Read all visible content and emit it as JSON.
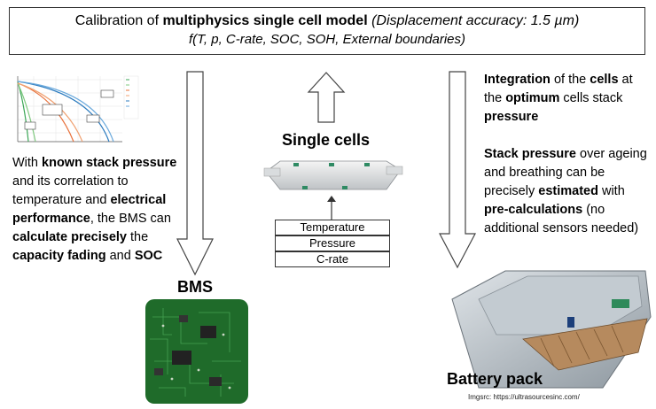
{
  "header": {
    "line1_prefix": "Calibration of ",
    "line1_bold": "multiphysics single cell model",
    "line1_italic": " (Displacement accuracy: 1.5 µm)",
    "line2": "f(T, p, C-rate, SOC, SOH, External boundaries)"
  },
  "left_text": {
    "p1": "With ",
    "p2": "known stack pressure",
    "p3": " and its correlation to temperature and ",
    "p4": "electrical performance",
    "p5": ", the BMS can ",
    "p6": "calculate precisely",
    "p7": " the ",
    "p8": "capacity fading",
    "p9": " and ",
    "p10": "SOC"
  },
  "right_text": {
    "p1": "Integration",
    "p2": " of the ",
    "p3": "cells",
    "p4": " at the ",
    "p5": "optimum",
    "p6": " cells stack ",
    "p7": "pressure",
    "q1": "Stack pressure",
    "q2": " over ageing and breathing can be precisely ",
    "q3": "estimated",
    "q4": " with ",
    "q5": "pre-calculations",
    "q6": " (no additional sensors needed)"
  },
  "center": {
    "single_cells_title": "Single cells",
    "params": [
      "Temperature",
      "Pressure",
      "C-rate"
    ]
  },
  "bms_title": "BMS",
  "battery_pack_title": "Battery pack",
  "image_credit": "Imgsrc: https://ultrasourcesinc.com/",
  "colors": {
    "pcb_green": "#1f6b2a",
    "pack_metal": "#b9c2c9"
  }
}
